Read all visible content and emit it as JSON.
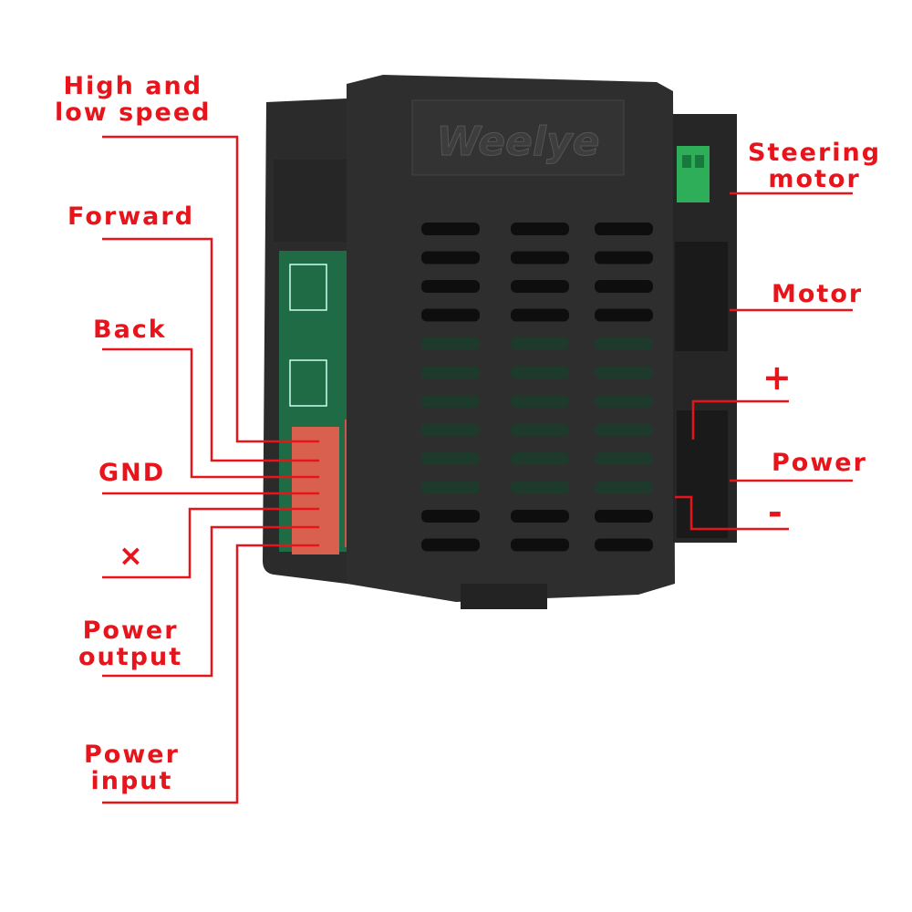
{
  "product": {
    "brand_embossed": "Weelye"
  },
  "left_labels": {
    "high_low_speed": [
      "High and",
      "low speed"
    ],
    "forward": "Forward",
    "back": "Back",
    "gnd": "GND",
    "unused": "×",
    "power_output": [
      "Power",
      "output"
    ],
    "power_input": [
      "Power",
      "input"
    ]
  },
  "right_labels": {
    "steering_motor": [
      "Steering",
      "motor"
    ],
    "motor": "Motor",
    "plus": "+",
    "power": "Power",
    "minus": "-"
  },
  "colors": {
    "label": "#e8141b",
    "housing": "#2a2a2a",
    "connector": "#d9604f",
    "pcb": "#1f6b45"
  }
}
